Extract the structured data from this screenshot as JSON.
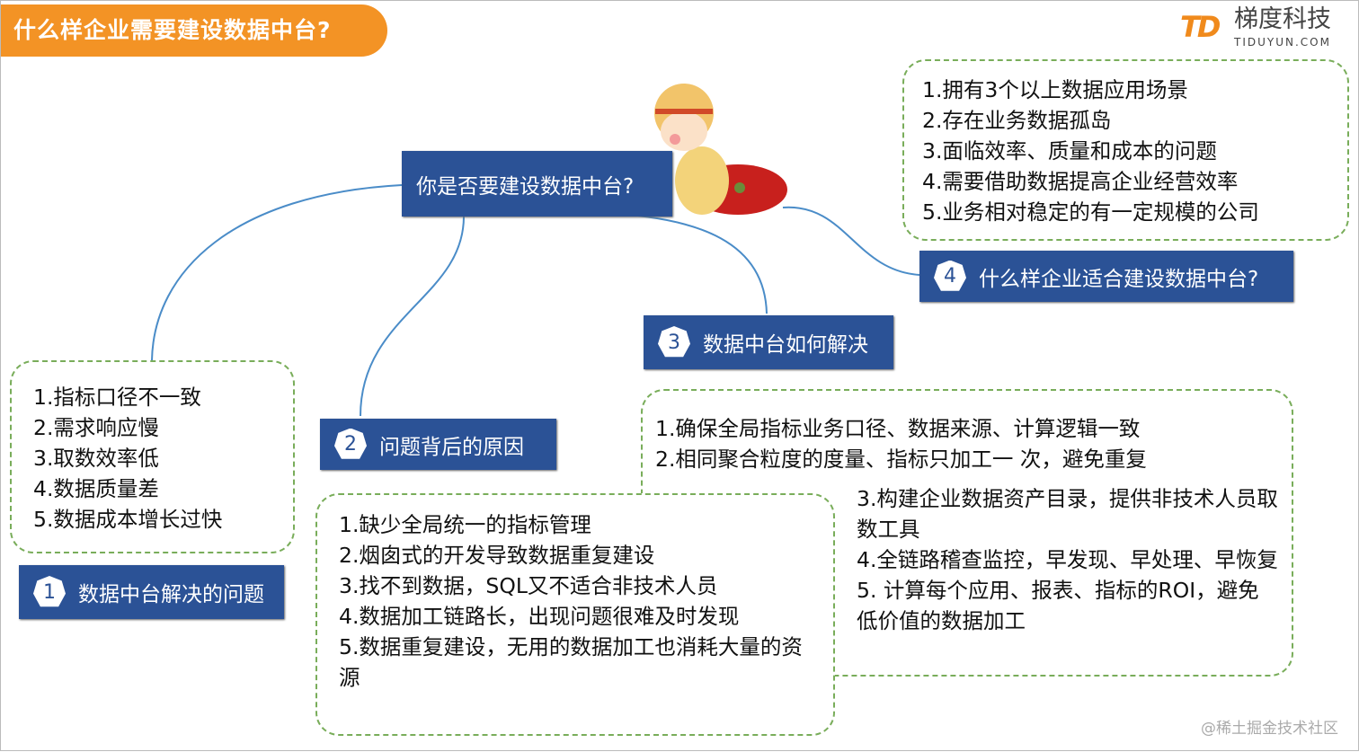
{
  "title": "什么样企业需要建设数据中台?",
  "logo": {
    "name": "梯度科技",
    "domain": "TIDUYUN.COM",
    "mark": "TD"
  },
  "central": "你是否要建设数据中台?",
  "nodes": [
    {
      "num": "1",
      "label": "数据中台解决的问题",
      "items": [
        "1.指标口径不一致",
        "2.需求响应慢",
        "3.取数效率低",
        "4.数据质量差",
        "5.数据成本增长过快"
      ]
    },
    {
      "num": "2",
      "label": "问题背后的原因",
      "items": [
        "1.缺少全局统一的指标管理",
        "2.烟囱式的开发导致数据重复建设",
        "3.找不到数据，SQL又不适合非技术人员",
        "4.数据加工链路长，出现问题很难及时发现",
        "5.数据重复建设，无用的数据加工也消耗大量的资源"
      ]
    },
    {
      "num": "3",
      "label": "数据中台如何解决",
      "items": [
        "1.确保全局指标业务口径、数据来源、计算逻辑一致",
        "2.相同聚合粒度的度量、指标只加工一 次，避免重复",
        "3.构建企业数据资产目录，提供非技术人员取数工具",
        "4.全链路稽查监控，早发现、早处理、早恢复",
        "5. 计算每个应用、报表、指标的ROI，避免低价值的数据加工"
      ]
    },
    {
      "num": "4",
      "label": "什么样企业适合建设数据中台?",
      "items": [
        "1.拥有3个以上数据应用场景",
        "2.存在业务数据孤岛",
        "3.面临效率、质量和成本的问题",
        "4.需要借助数据提高企业经营效率",
        "5.业务相对稳定的有一定规模的公司"
      ]
    }
  ],
  "watermark": "@稀土掘金技术社区",
  "colors": {
    "orange": "#f39325",
    "node": "#2b5296",
    "dash": "#79ad5a",
    "line": "#4a8cc8"
  }
}
